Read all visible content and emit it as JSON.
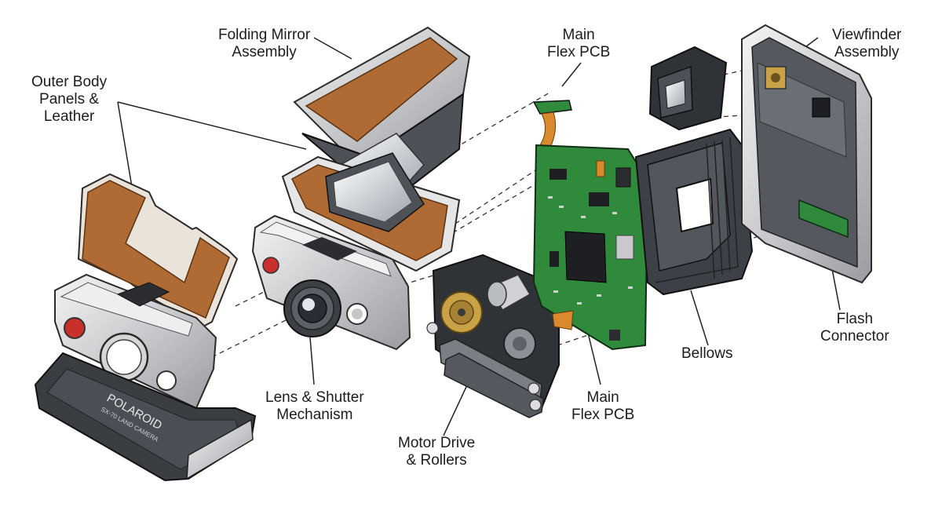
{
  "labels": {
    "folding_mirror": [
      "Folding Mirror",
      "Assembly"
    ],
    "outer_body": [
      "Outer Body",
      "Panels &",
      "Leather"
    ],
    "main_flex_top": [
      "Main",
      "Flex PCB"
    ],
    "viewfinder": [
      "Viewfinder",
      "Assembly"
    ],
    "flash_connector": [
      "Flash",
      "Connector"
    ],
    "bellows": [
      "Bellows"
    ],
    "main_flex_bottom": [
      "Main",
      "Flex PCB"
    ],
    "motor_drive": [
      "Motor Drive",
      "& Rollers"
    ],
    "lens_shutter": [
      "Lens & Shutter",
      "Mechanism"
    ]
  },
  "camera_branding": {
    "brand": "POLAROID",
    "model": "SX-70 LAND CAMERA"
  },
  "colors": {
    "leather": "#b06a33",
    "pcb": "#2f8a3c",
    "chrome": "#d8d9db",
    "dark_body": "#3a3d42",
    "flex": "#d9892e",
    "ink": "#1c1c1c"
  }
}
